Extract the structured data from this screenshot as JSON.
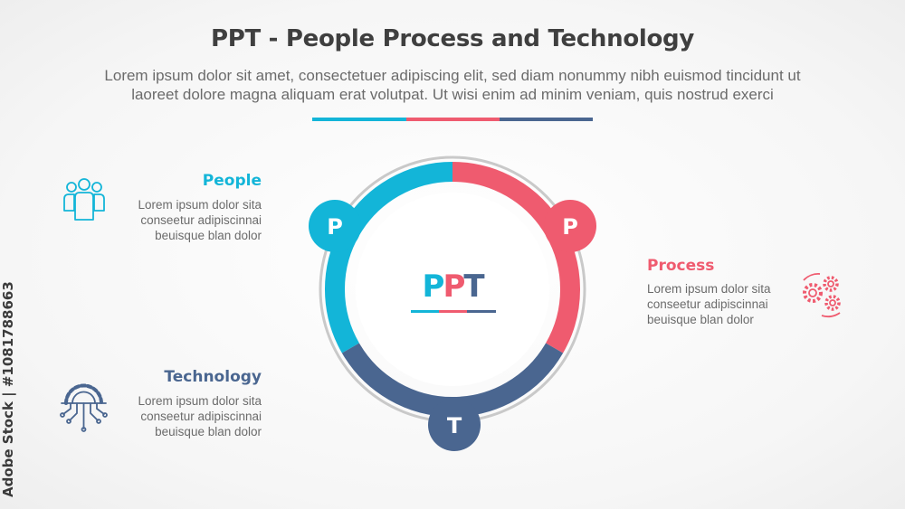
{
  "title": "PPT - People Process and Technology",
  "subtitle_line1": "Lorem ipsum dolor sit amet, consectetuer adipiscing elit, sed diam nonummy nibh euismod tincidunt ut",
  "subtitle_line2": "laoreet dolore magna aliquam erat volutpat. Ut wisi enim ad minim veniam, quis nostrud exerci",
  "colors": {
    "people": "#13b5d8",
    "process": "#ef5b6f",
    "technology": "#4a6690",
    "outer_ring": "#c9c9c9"
  },
  "center": {
    "p1": "P",
    "p2": "P",
    "t": "T"
  },
  "badges": {
    "people": "P",
    "process": "P",
    "technology": "T"
  },
  "people": {
    "title": "People",
    "desc": [
      "Lorem ipsum dolor sita",
      "conseetur adipiscinnai",
      "beuisque blan dolor"
    ],
    "icon": "people-group-icon"
  },
  "process": {
    "title": "Process",
    "desc": [
      "Lorem ipsum dolor sita",
      "conseetur adipiscinnai",
      "beuisque blan dolor"
    ],
    "icon": "gears-cycle-icon"
  },
  "technology": {
    "title": "Technology",
    "desc": [
      "Lorem ipsum dolor sita",
      "conseetur adipiscinnai",
      "beuisque blan dolor"
    ],
    "icon": "circuit-gear-icon"
  },
  "watermark": "Adobe Stock | #1081788663"
}
